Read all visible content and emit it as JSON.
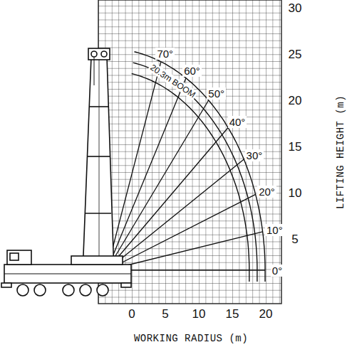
{
  "diagram": {
    "labels": [
      "30",
      "25",
      "20",
      "15",
      "10",
      "5",
      "70°",
      "60°",
      "50°",
      "40°",
      "30°",
      "20°",
      "10°",
      "0°",
      "20.3m BOOM",
      "0",
      "5",
      "10",
      "15",
      "20",
      "WORKING RADIUS (m)",
      "LIFTING HEIGHT (m)"
    ]
  }
}
